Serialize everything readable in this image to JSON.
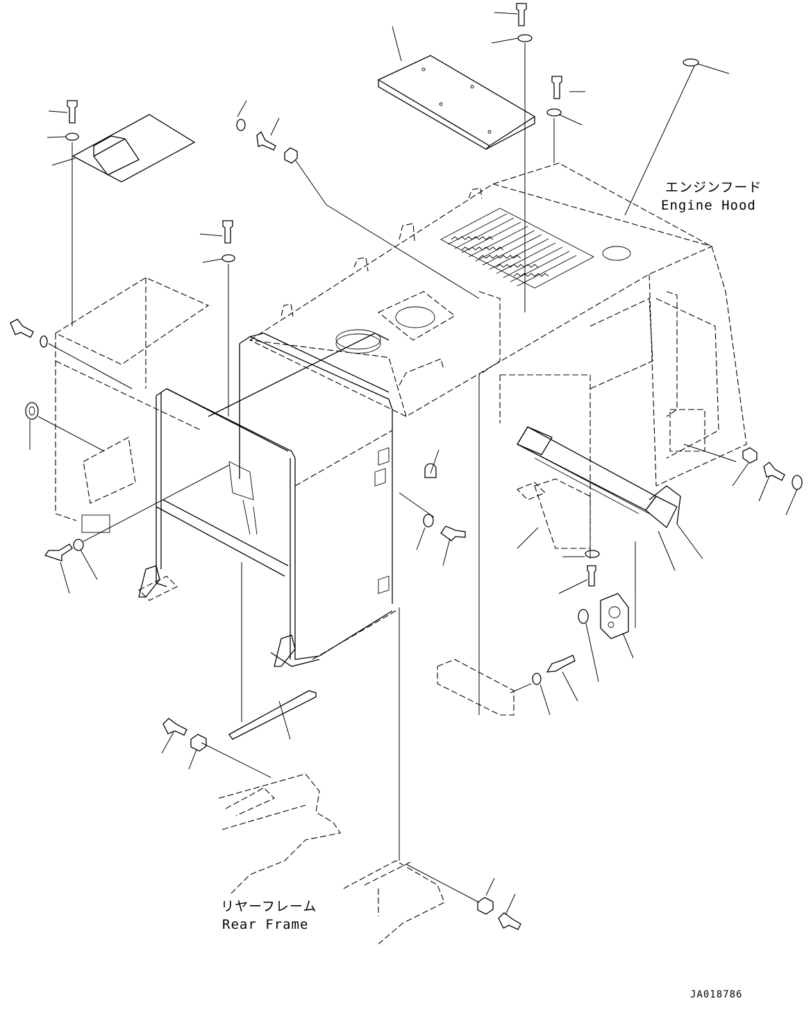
{
  "labels": {
    "engine_hood_ja": "エンジンフード",
    "engine_hood_en": "Engine Hood",
    "rear_frame_ja": "リヤーフレーム",
    "rear_frame_en": "Rear Frame",
    "drawing_code": "JA018786"
  }
}
